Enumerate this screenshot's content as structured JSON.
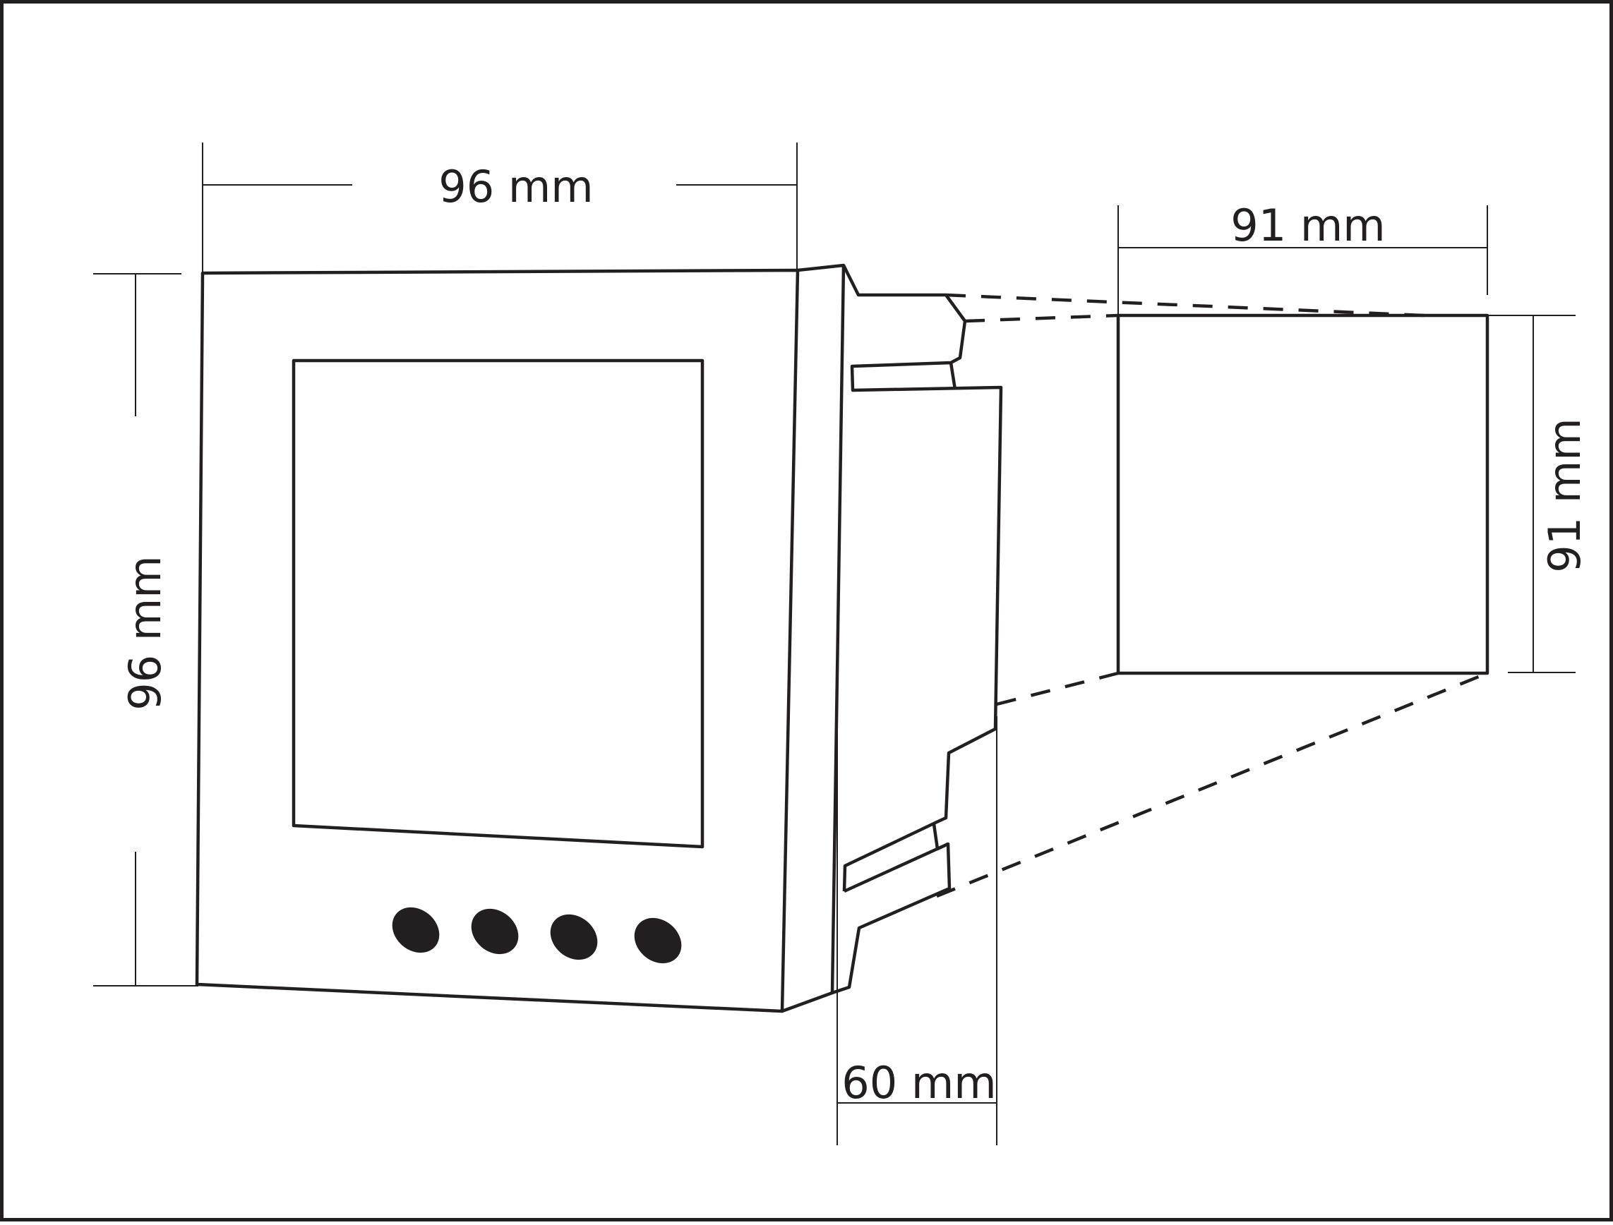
{
  "dimensions": {
    "front_width": "96 mm",
    "front_height": "96 mm",
    "cutout_width": "91 mm",
    "cutout_height": "91 mm",
    "depth": "60 mm"
  },
  "colors": {
    "line": "#231f20",
    "background": "#ffffff"
  }
}
